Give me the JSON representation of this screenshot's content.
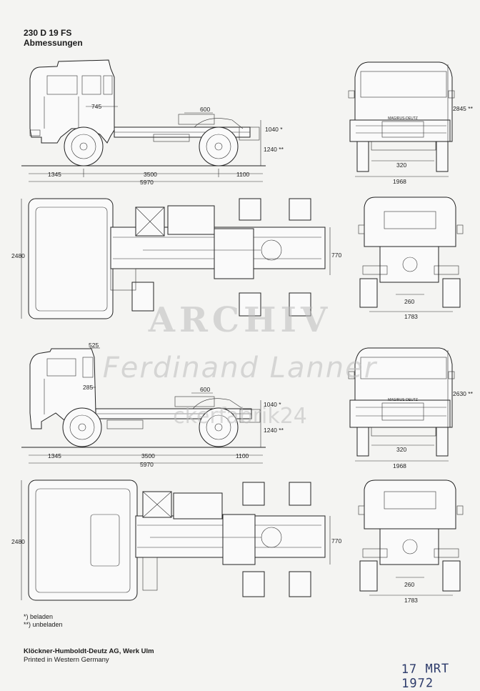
{
  "header": {
    "model": "230 D 19 FS",
    "subtitle": "Abmessungen"
  },
  "watermark": {
    "line1": "ARCHIV",
    "line2": "Ferdinand Lanner",
    "line3": "ckerfabrik24"
  },
  "views": {
    "side_top": {
      "d_745": "745",
      "d_600": "600",
      "d_1040": "1040 *",
      "d_1240": "1240 **",
      "d_1345": "1345",
      "d_3500": "3500",
      "d_1100": "1100",
      "d_5970": "5970"
    },
    "front_top": {
      "d_2845": "2845 **",
      "d_320": "320",
      "d_1968": "1968",
      "brand": "MAGIRUS-DEUTZ"
    },
    "plan_top": {
      "d_2480": "2480",
      "d_770": "770"
    },
    "rear_top": {
      "d_260": "260",
      "d_1783": "1783"
    },
    "side_bottom": {
      "d_525": "525",
      "d_285": "285",
      "d_600": "600",
      "d_1040": "1040 *",
      "d_1240": "1240 **",
      "d_1345": "1345",
      "d_3500": "3500",
      "d_1100": "1100",
      "d_5970": "5970"
    },
    "front_bottom": {
      "d_2630": "2630 **",
      "d_320": "320",
      "d_1968": "1968",
      "brand": "MAGIRUS-DEUTZ"
    },
    "plan_bottom": {
      "d_2480": "2480",
      "d_770": "770"
    },
    "rear_bottom": {
      "d_260": "260",
      "d_1783": "1783"
    }
  },
  "notes": {
    "loaded": "*) beladen",
    "unloaded": "**) unbeladen"
  },
  "footer": {
    "company": "Klöckner-Humboldt-Deutz AG, Werk Ulm",
    "printed": "Printed in Western Germany",
    "stamp": "17 MRT 1972"
  }
}
